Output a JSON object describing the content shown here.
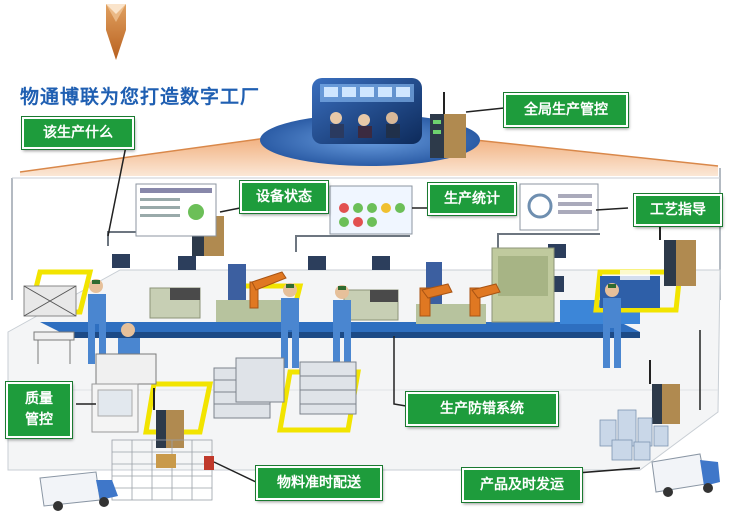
{
  "title": "物通博联为您打造数字工厂",
  "labels": {
    "global_control": "全局生产管控",
    "what_to_produce": "该生产什么",
    "equipment_status": "设备状态",
    "production_stats": "生产统计",
    "process_guidance": "工艺指导",
    "quality_line1": "质量",
    "quality_line2": "管控",
    "error_proofing": "生产防错系统",
    "material_delivery": "物料准时配送",
    "product_shipping": "产品及时发运"
  },
  "colors": {
    "title": "#1f5fb2",
    "label_bg": "#1e9c3c",
    "arrow": "#c8752a",
    "floor": "#f7f7f7",
    "roof": "#f6c9a4",
    "worker": "#4a86d0",
    "machine": "#b7c39e",
    "robot": "#e07822"
  },
  "icons": [
    "down-arrow-icon",
    "gateway-icon",
    "control-room-image",
    "truck-icon",
    "buildings-icon"
  ]
}
